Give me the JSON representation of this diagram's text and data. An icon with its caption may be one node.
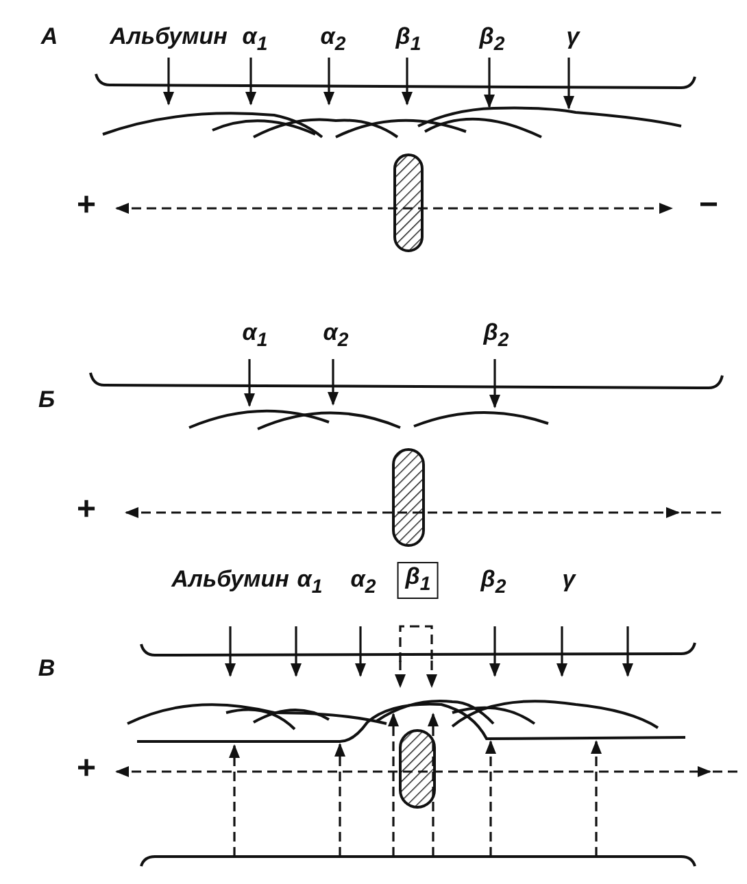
{
  "diagram": {
    "nodes": [
      {
        "text": [
          "Альбумин"
        ]
      },
      {
        "text": [
          "α$_{1}$"
        ]
      },
      {
        "text": [
          "α$_{2}$"
        ]
      },
      {
        "text": [
          "β$_{1}$"
        ]
      },
      {
        "text": [
          "β$_{2}$"
        ]
      },
      {
        "text": [
          "γ"
        ]
      },
      {
        "text": [
          "α$_{1}$"
        ]
      },
      {
        "text": [
          "α$_{2}$"
        ]
      },
      {
        "text": [
          "β$_{2}$"
        ]
      },
      {
        "text": [
          "β$_{1}$"
        ]
      }
    ],
    "edges": [
      {
        "from": 0,
        "to": null,
        "arrow": "to"
      },
      {
        "from": 1,
        "to": null,
        "arrow": "to"
      },
      {
        "from": 2,
        "to": null,
        "arrow": "to"
      },
      {
        "from": 3,
        "to": null,
        "arrow": "to"
      },
      {
        "from": 4,
        "to": null,
        "arrow": "to"
      },
      {
        "from": 5,
        "to": null,
        "arrow": "to"
      },
      {
        "from": 6,
        "to": null,
        "arrow": "to"
      },
      {
        "from": 7,
        "to": null,
        "arrow": "to"
      },
      {
        "from": 8,
        "to": null,
        "arrow": "to"
      }
    ],
    "labels": [
      "А",
      "+",
      "−",
      "Б",
      "+",
      "Альбумин",
      "α$_{1}$",
      "α$_{2}$",
      "β$_{2}$",
      "γ",
      "В",
      "+"
    ]
  }
}
